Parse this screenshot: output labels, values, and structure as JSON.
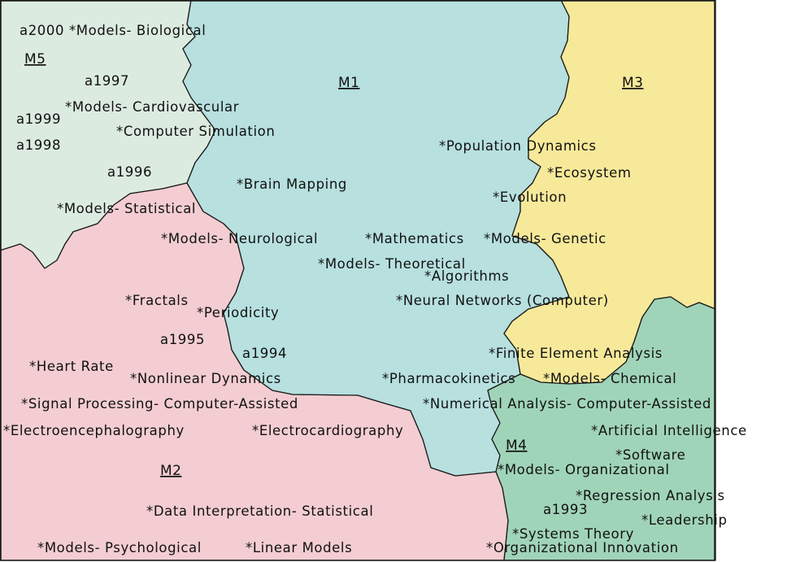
{
  "colors": {
    "M1": "#b7e0df",
    "M2": "#f3cdd2",
    "M3": "#f7e99a",
    "M4": "#a0d4b8",
    "M5": "#dcebe0",
    "border": "#1a1a1a"
  },
  "regions": {
    "M1": "M1",
    "M2": "M2",
    "M3": "M3",
    "M4": "M4",
    "M5": "M5"
  },
  "labels": {
    "biological": "a2000 *Models- Biological",
    "a1997": "a1997",
    "cardiovascular": "*Models- Cardiovascular",
    "a1999": "a1999",
    "computer_simulation": "*Computer Simulation",
    "a1998": "a1998",
    "a1996": "a1996",
    "brain_mapping": "*Brain Mapping",
    "models_statistical": "*Models- Statistical",
    "models_neurological": "*Models- Neurological",
    "mathematics": "*Mathematics",
    "models_genetic": "*Models- Genetic",
    "models_theoretical": "*Models- Theoretical",
    "algorithms": "*Algorithms",
    "population_dynamics": "*Population Dynamics",
    "ecosystem": "*Ecosystem",
    "evolution": "*Evolution",
    "fractals": "*Fractals",
    "periodicity": "*Periodicity",
    "neural_networks": "*Neural Networks (Computer)",
    "a1995": "a1995",
    "a1994": "a1994",
    "finite_element": "*Finite Element Analysis",
    "heart_rate": "*Heart Rate",
    "nonlinear_dynamics": "*Nonlinear Dynamics",
    "pharmacokinetics": "*Pharmacokinetics",
    "models_chemical": "*Models- Chemical",
    "signal_processing": "*Signal Processing- Computer-Assisted",
    "numerical_analysis": "*Numerical Analysis- Computer-Assisted",
    "electroencephalography": "*Electroencephalography",
    "electrocardiography": "*Electrocardiography",
    "artificial_intelligence": "*Artificial Intelligence",
    "software": "*Software",
    "models_organizational": "*Models- Organizational",
    "regression_analysis": "*Regression Analysis",
    "a1993": "a1993",
    "data_interpretation": "*Data Interpretation- Statistical",
    "leadership": "*Leadership",
    "systems_theory": "*Systems Theory",
    "models_psychological": "*Models- Psychological",
    "linear_models": "*Linear Models",
    "organizational_innovation": "*Organizational Innovation"
  }
}
